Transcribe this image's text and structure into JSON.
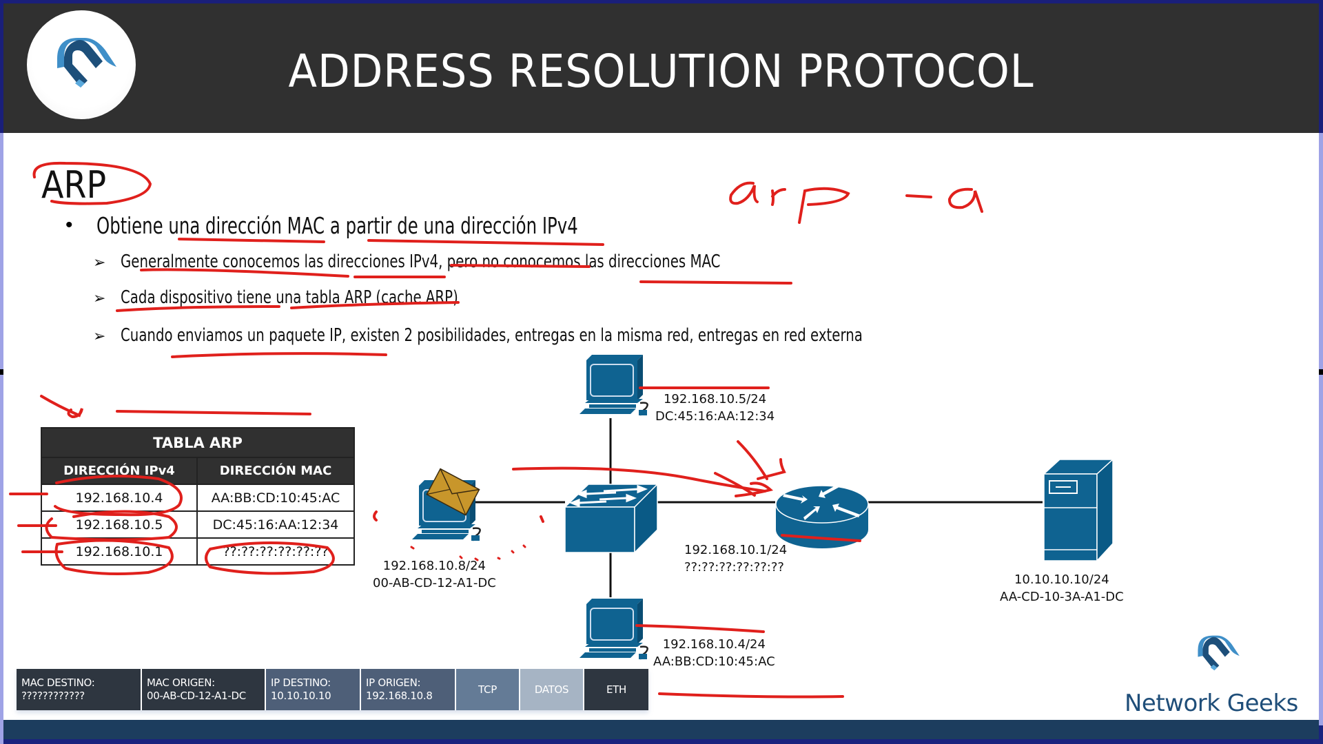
{
  "slide": {
    "title": "ADDRESS RESOLUTION PROTOCOL",
    "brand": {
      "prefix": "Network ",
      "suffix": "Geeks"
    },
    "heading": "ARP",
    "bullet": "Obtiene una dirección MAC a partir de una dirección IPv4",
    "sub_bullets": [
      "Generalmente conocemos las direcciones IPv4, pero no conocemos las direcciones MAC",
      "Cada dispositivo tiene una tabla ARP (cache ARP)",
      "Cuando enviamos un paquete IP, existen 2 posibilidades, entregas en la misma red, entregas en red externa"
    ],
    "bullet_symbol": "•",
    "sub_bullet_symbol": "➢"
  },
  "arp_table": {
    "title": "TABLA ARP",
    "columns": [
      "DIRECCIÓN IPv4",
      "DIRECCIÓN MAC"
    ],
    "rows": [
      {
        "ip": "192.168.10.4",
        "mac": "AA:BB:CD:10:45:AC"
      },
      {
        "ip": "192.168.10.5",
        "mac": "DC:45:16:AA:12:34"
      },
      {
        "ip": "192.168.10.1",
        "mac": "??:??:??:??:??:??"
      }
    ]
  },
  "network": {
    "pc_top": {
      "ip": "192.168.10.5/24",
      "mac": "DC:45:16:AA:12:34"
    },
    "pc_left": {
      "ip": "192.168.10.8/24",
      "mac": "00-AB-CD-12-A1-DC"
    },
    "pc_bottom": {
      "ip": "192.168.10.4/24",
      "mac": "AA:BB:CD:10:45:AC"
    },
    "router": {
      "ip": "192.168.10.1/24",
      "mac": "??:??:??:??:??:??"
    },
    "server": {
      "ip": "10.10.10.10/24",
      "mac": "AA-CD-10-3A-A1-DC"
    }
  },
  "packet": {
    "mac_destino": {
      "label": "MAC DESTINO:",
      "value": "????????????"
    },
    "mac_origen": {
      "label": "MAC ORIGEN:",
      "value": "00-AB-CD-12-A1-DC"
    },
    "ip_destino": {
      "label": "IP DESTINO:",
      "value": "10.10.10.10"
    },
    "ip_origen": {
      "label": "IP ORIGEN:",
      "value": "192.168.10.8"
    },
    "tcp": "TCP",
    "datos": "DATOS",
    "eth": "ETH"
  },
  "annotations": {
    "handwritten_command": "arp -a",
    "ink_color": "#e0201c"
  },
  "colors": {
    "header_bg": "#303030",
    "device_blue": "#0f6391",
    "footer_band": "#1c3d5e",
    "frame_navy": "#1a1f7a",
    "frame_lavender": "#9fa3e6"
  }
}
